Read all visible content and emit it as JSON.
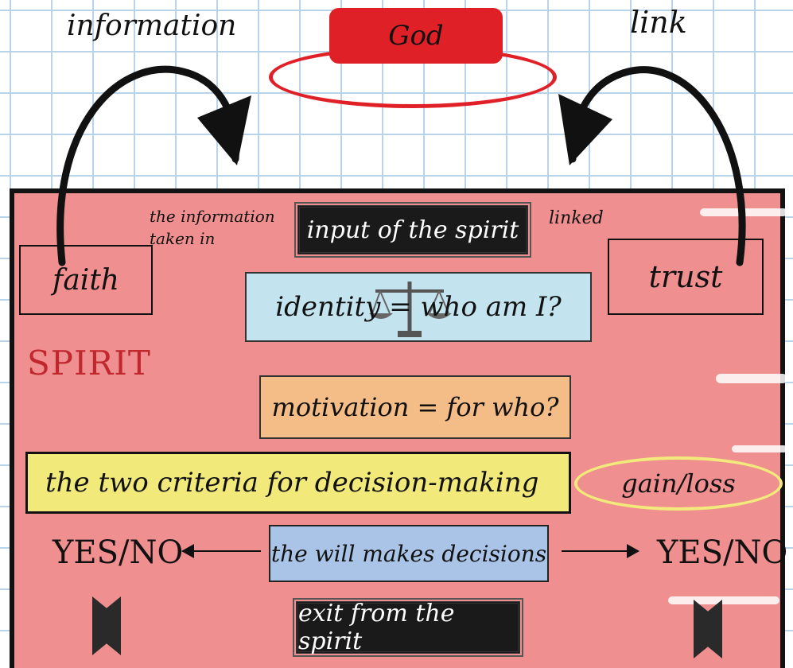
{
  "top": {
    "center_label": "God",
    "left_label": "information",
    "right_label": "link"
  },
  "board": {
    "title": "SPIRIT",
    "faith_label": "faith",
    "trust_label": "trust",
    "note_left": "the information taken in",
    "note_right": "linked",
    "input_label": "input of the spirit",
    "identity_label": "identity = who am I?",
    "motivation_label": "motivation = for who?",
    "criteria_label": "the two criteria for decision-making",
    "gain_loss_label": "gain/loss",
    "will_label": "the will makes decisions",
    "yes_no_left": "YES/NO",
    "yes_no_right": "YES/NO",
    "exit_label": "exit from the spirit"
  },
  "colors": {
    "god_red": "#e02027",
    "board_pink": "#ef8f8f",
    "identity_blue": "#c3e3ef",
    "motivation_orange": "#f4bd88",
    "criteria_yellow": "#f1ea7b",
    "will_blue": "#a9c4e6",
    "spirit_red": "#c0282e"
  },
  "icons": {
    "identity_overlay": "scales-of-justice-icon"
  }
}
